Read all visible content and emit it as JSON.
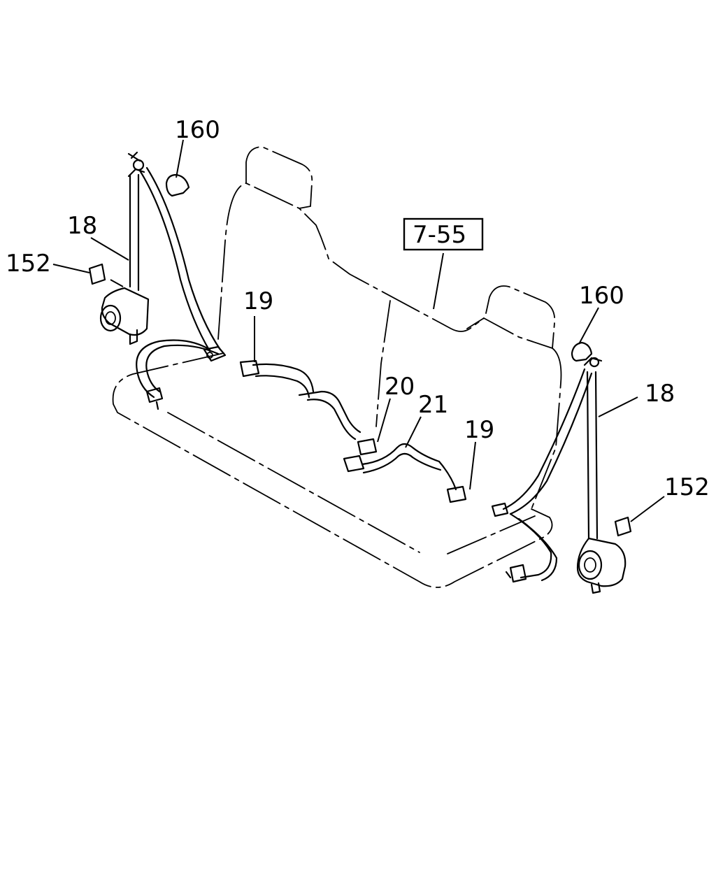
{
  "labels": {
    "anchor_cover_left": "160",
    "anchor_cover_right": "160",
    "retractor_belt_left": "18",
    "retractor_belt_right": "18",
    "clip_left": "152",
    "clip_right": "152",
    "buckle_left": "19",
    "buckle_right": "19",
    "center_buckle": "20",
    "center_belt": "21",
    "seat_reference": "7-55"
  }
}
